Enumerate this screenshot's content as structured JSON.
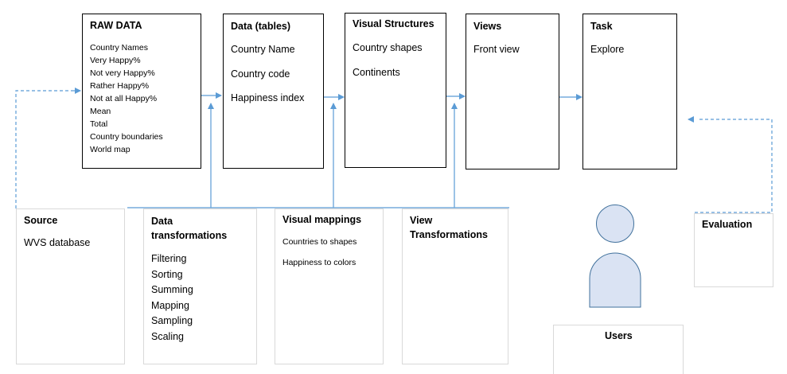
{
  "top_boxes": {
    "raw_data": {
      "title": "RAW DATA",
      "items": [
        "Country Names",
        "Very Happy%",
        "Not very Happy%",
        "Rather Happy%",
        "Not at all Happy%",
        "Mean",
        "Total",
        "Country boundaries",
        "World map"
      ]
    },
    "data_tables": {
      "title": "Data (tables)",
      "items": [
        "Country Name",
        "Country code",
        "Happiness index"
      ]
    },
    "visual_structures": {
      "title": "Visual Structures",
      "items": [
        "Country shapes",
        "Continents"
      ]
    },
    "views": {
      "title": "Views",
      "items": [
        "Front view"
      ]
    },
    "task": {
      "title": "Task",
      "items": [
        "Explore"
      ]
    }
  },
  "bottom_boxes": {
    "source": {
      "title": "Source",
      "items": [
        "WVS database"
      ]
    },
    "data_transformations": {
      "title": "Data transformations",
      "items": [
        "Filtering",
        "Sorting",
        "Summing",
        "Mapping",
        "Sampling",
        "Scaling"
      ]
    },
    "visual_mappings": {
      "title": "Visual mappings",
      "items": [
        "Countries to shapes",
        "Happiness to colors"
      ]
    },
    "view_transformations": {
      "title": "View Transformations"
    },
    "evaluation": {
      "title": "Evaluation"
    },
    "users": {
      "title": "Users"
    }
  },
  "colors": {
    "arrow": "#5b9bd5",
    "user_fill": "#dae3f3",
    "user_stroke": "#41719c"
  }
}
